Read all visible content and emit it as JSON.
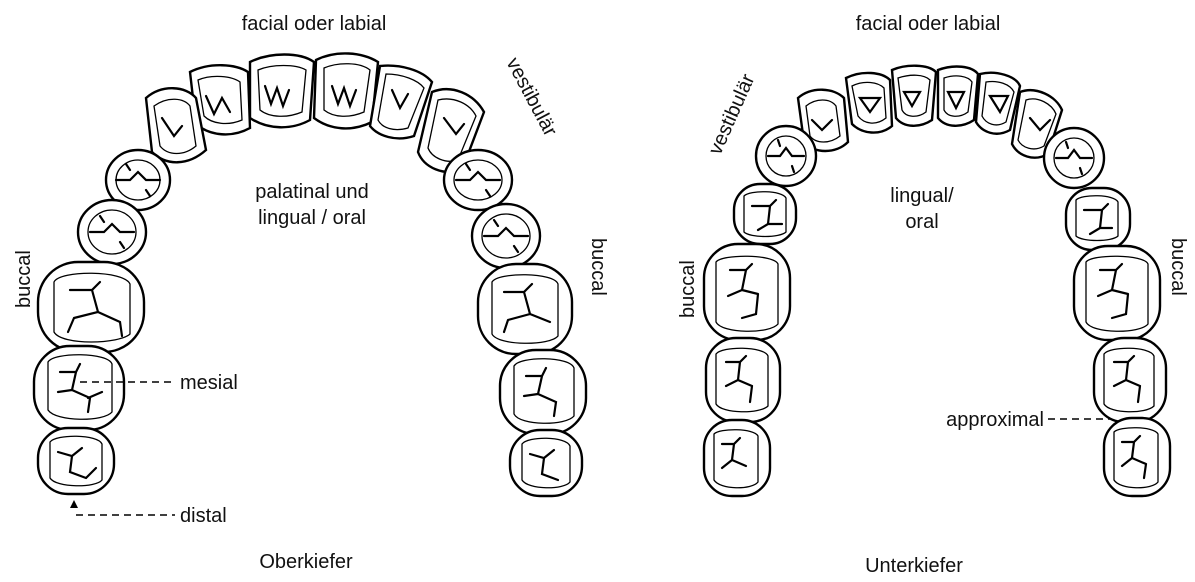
{
  "upper": {
    "facial_label": "facial oder labial",
    "vestibular_label": "vestibulär",
    "inner_line1": "palatinal und",
    "inner_line2": "lingual / oral",
    "buccal_left": "buccal",
    "buccal_right": "buccal",
    "mesial_label": "mesial",
    "distal_label": "distal",
    "caption": "Oberkiefer"
  },
  "lower": {
    "facial_label": "facial oder labial",
    "vestibular_label": "vestibulär",
    "inner_line1": "lingual/",
    "inner_line2": "oral",
    "buccal_left": "buccal",
    "buccal_right": "buccal",
    "approximal_label": "approximal",
    "caption": "Unterkiefer"
  }
}
